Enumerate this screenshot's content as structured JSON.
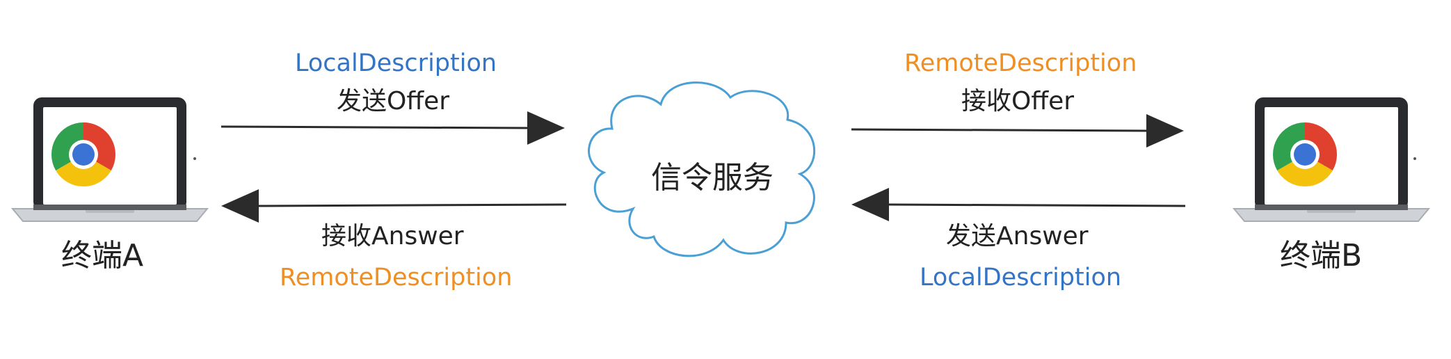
{
  "colors": {
    "local": "#3375c4",
    "remote": "#ef8f23",
    "text": "#222222",
    "cloud_stroke": "#4a9fd4",
    "arrow": "#2b2b2b"
  },
  "terminal_a": {
    "label": "终端A",
    "icon": "laptop-with-chrome-icon"
  },
  "terminal_b": {
    "label": "终端B",
    "icon": "laptop-with-chrome-icon"
  },
  "signaling": {
    "label": "信令服务",
    "icon": "cloud-icon"
  },
  "flows": {
    "a_to_server": {
      "desc": "LocalDescription",
      "action": "发送Offer"
    },
    "server_to_b": {
      "desc": "RemoteDescription",
      "action": "接收Offer"
    },
    "server_to_a": {
      "action": "接收Answer",
      "desc": "RemoteDescription"
    },
    "b_to_server": {
      "action": "发送Answer",
      "desc": "LocalDescription"
    }
  }
}
